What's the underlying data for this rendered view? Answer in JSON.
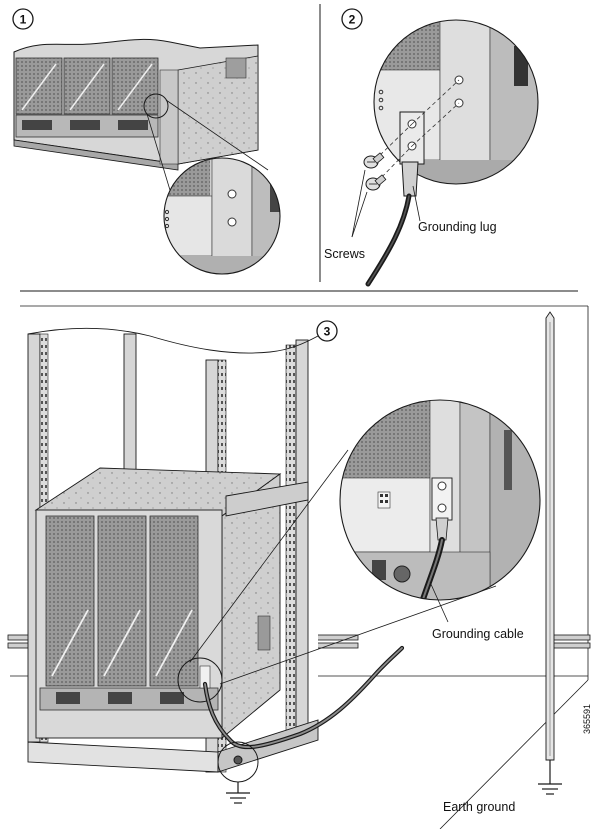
{
  "steps": [
    {
      "number": "1"
    },
    {
      "number": "2"
    },
    {
      "number": "3"
    }
  ],
  "callouts": {
    "screws": "Screws",
    "grounding_lug": "Grounding lug",
    "grounding_cable": "Grounding cable",
    "earth_ground": "Earth ground"
  },
  "figure_id": "365591",
  "colors": {
    "line": "#1a1a1a",
    "chassis_light": "#e4e4e4",
    "chassis_mid": "#bdbdbd",
    "chassis_dark": "#8c8c8c",
    "rack": "#d8d8d8"
  }
}
